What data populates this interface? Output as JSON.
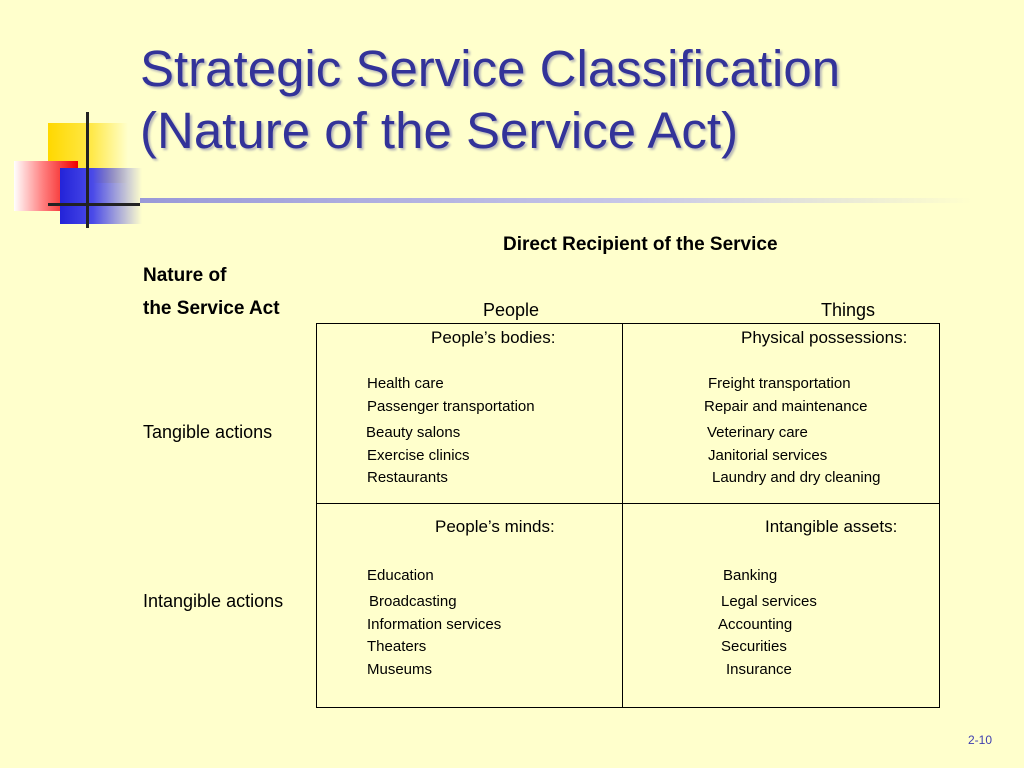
{
  "title": {
    "line1": "Strategic Service Classification",
    "line2": "(Nature of the Service Act)"
  },
  "header": {
    "recipient": "Direct Recipient of the Service",
    "nature_line1": "Nature of",
    "nature_line2": "the Service Act",
    "col_people": "People",
    "col_things": "Things"
  },
  "rows": [
    {
      "label": "Tangible actions",
      "people": {
        "heading": "People’s bodies:",
        "items": [
          "Health care",
          "Passenger transportation",
          "Beauty salons",
          "Exercise clinics",
          "Restaurants"
        ]
      },
      "things": {
        "heading": "Physical possessions:",
        "items": [
          "Freight transportation",
          "Repair and maintenance",
          "Veterinary care",
          "Janitorial services",
          "Laundry and dry cleaning"
        ]
      }
    },
    {
      "label": "Intangible actions",
      "people": {
        "heading": "People’s minds:",
        "items": [
          "Education",
          "Broadcasting",
          "Information services",
          "Theaters",
          "Museums"
        ]
      },
      "things": {
        "heading": "Intangible assets:",
        "items": [
          "Banking",
          "Legal services",
          "Accounting",
          "Securities",
          "Insurance"
        ]
      }
    }
  ],
  "footer": {
    "slide_number": "2-10"
  },
  "colors": {
    "title": "#333399",
    "background": "#FFFFCC",
    "slide_number": "#4040B0"
  }
}
